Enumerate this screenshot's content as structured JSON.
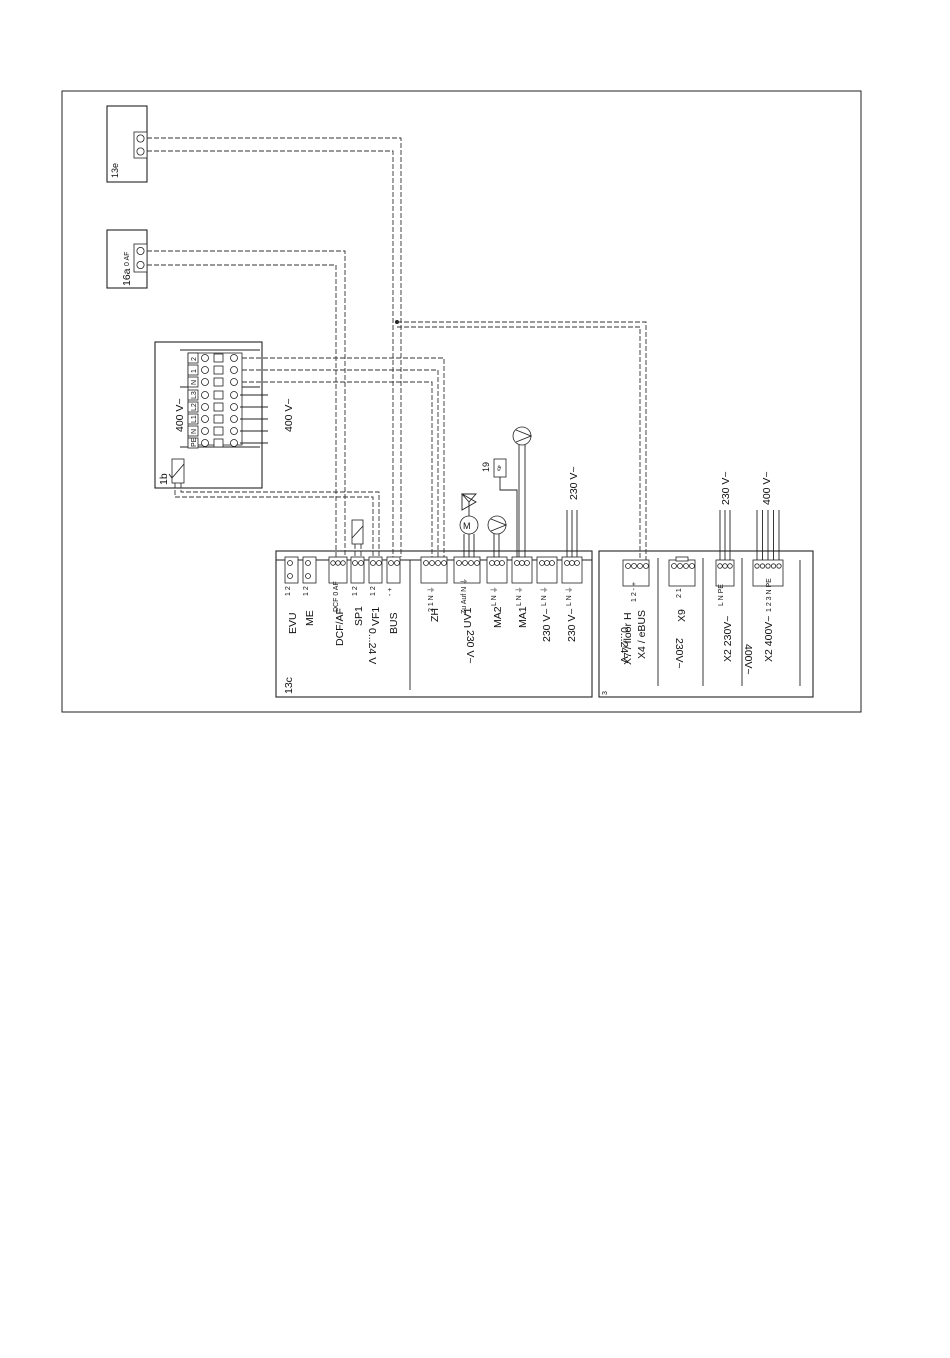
{
  "board_13c": {
    "id": "13c",
    "low_voltage_label": "0...24 V",
    "high_voltage_label": "230 V~",
    "connectors": [
      {
        "label": "EVU",
        "pins": "1 2"
      },
      {
        "label": "ME",
        "pins": "1 2"
      },
      {
        "label": "DCF/AF",
        "pins": "DCF 0 AF"
      },
      {
        "label": "SP1",
        "pins": "1 2"
      },
      {
        "label": "VF1",
        "pins": "1 2"
      },
      {
        "label": "BUS",
        "pins": "- +"
      },
      {
        "label": "ZH",
        "pins": "2 1 N ⏚"
      },
      {
        "label": "UV1",
        "pins": "Zu Auf N ⏚"
      },
      {
        "label": "MA2",
        "pins": "L N ⏚"
      },
      {
        "label": "MA1",
        "pins": "L N ⏚"
      },
      {
        "label": "230 V~",
        "pins": "L N ⏚"
      },
      {
        "label": "230 V~",
        "pins": "L N ⏚"
      }
    ]
  },
  "board_3": {
    "id": "3",
    "labels": {
      "x7": "X7 / floor H",
      "x4": "X4 / eBUS",
      "x9": "X9",
      "x2_230": "X2  230V~",
      "x2_400": "X2 400V~",
      "bottom_low": "0...24 V",
      "bottom_230": "230V~",
      "bottom_400": "400V~"
    },
    "pins": {
      "x7": "1 2 - +",
      "x9": "2 1",
      "x2_230": "L N PE",
      "x2_400": "1 2 3 N PE"
    }
  },
  "module_13e": {
    "id": "13e"
  },
  "module_16a": {
    "id": "16a",
    "pins": "0 AF"
  },
  "terminal_block_1b": {
    "id": "1b",
    "left_voltage": "400 V~",
    "right_voltage": "400 V~",
    "row_labels": [
      "2",
      "1",
      "N",
      "L3",
      "L2",
      "L1",
      "N",
      "PE"
    ]
  },
  "component_19": {
    "id": "19"
  },
  "supply_labels": {
    "main_230": "230 V~",
    "right_230": "230 V~",
    "right_400": "400 V~"
  }
}
